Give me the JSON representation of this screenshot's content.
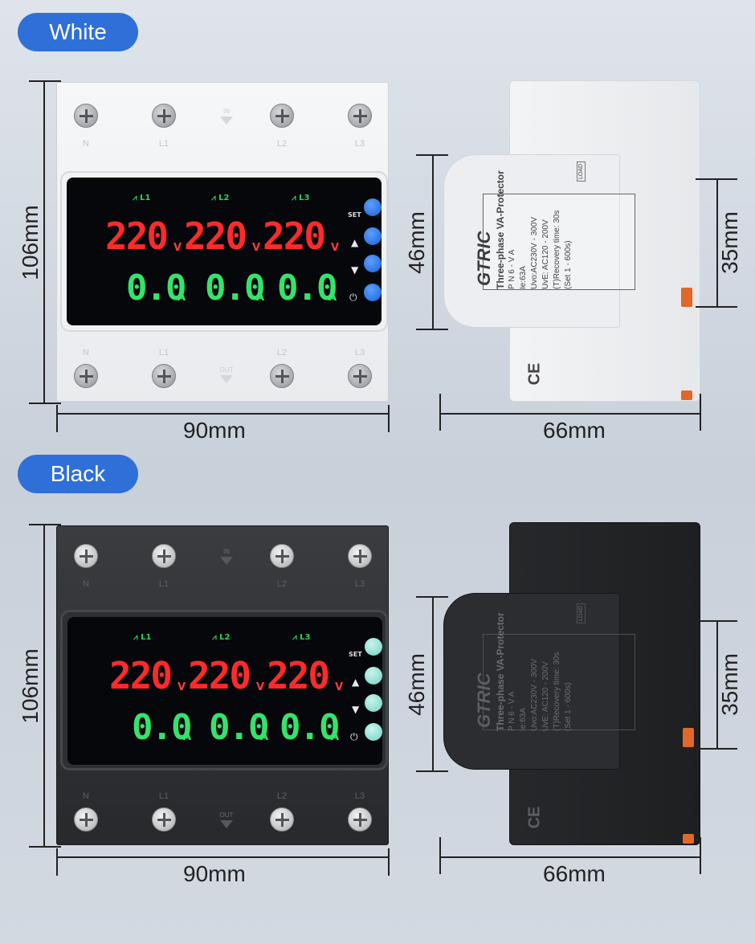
{
  "sections": [
    {
      "badge": "White",
      "front": {
        "height_label": "106mm",
        "width_label": "90mm",
        "terminals_top": [
          "N",
          "L1",
          "L2",
          "L3"
        ],
        "terminals_bottom": [
          "N",
          "L1",
          "L2",
          "L3"
        ],
        "arrow_top": "IN",
        "arrow_bottom": "OUT",
        "phases": [
          "L1",
          "L2",
          "L3"
        ],
        "voltages": [
          "220",
          "220",
          "220"
        ],
        "volt_unit": "V",
        "currents": [
          "0.0",
          "0.0",
          "0.0"
        ],
        "amp_unit": "A",
        "set_label": "SET",
        "button_color": "#1d5fd8"
      },
      "side": {
        "lid_height_label": "46mm",
        "rail_height_label": "35mm",
        "depth_label": "66mm",
        "brand": "GTRIC",
        "lines": [
          "Three-phase  VA-Protector",
          "P N 6 -  V A",
          "Ie:63A",
          "Uvo:AC230V - 300V",
          "UvE: AC120 - 200V",
          "(T)Recovery time: 30s",
          "(Set 1 - 600s)"
        ],
        "load_label": "LOAD",
        "ce": "CE"
      }
    },
    {
      "badge": "Black",
      "front": {
        "height_label": "106mm",
        "width_label": "90mm",
        "terminals_top": [
          "N",
          "L1",
          "L2",
          "L3"
        ],
        "terminals_bottom": [
          "N",
          "L1",
          "L2",
          "L3"
        ],
        "arrow_top": "IN",
        "arrow_bottom": "OUT",
        "phases": [
          "L1",
          "L2",
          "L3"
        ],
        "voltages": [
          "220",
          "220",
          "220"
        ],
        "volt_unit": "V",
        "currents": [
          "0.0",
          "0.0",
          "0.0"
        ],
        "amp_unit": "A",
        "set_label": "SET",
        "button_color": "#6fd3c3"
      },
      "side": {
        "lid_height_label": "46mm",
        "rail_height_label": "35mm",
        "depth_label": "66mm",
        "brand": "GTRIC",
        "lines": [
          "Three-phase  VA-Protector",
          "P N 6 -  V A",
          "Ie:63A",
          "Uvo:AC230V - 300V",
          "UvE: AC120 - 200V",
          "(T)Recovery time: 30s",
          "(Set 1 - 600s)"
        ],
        "load_label": "LOAD",
        "ce": "CE"
      }
    }
  ]
}
